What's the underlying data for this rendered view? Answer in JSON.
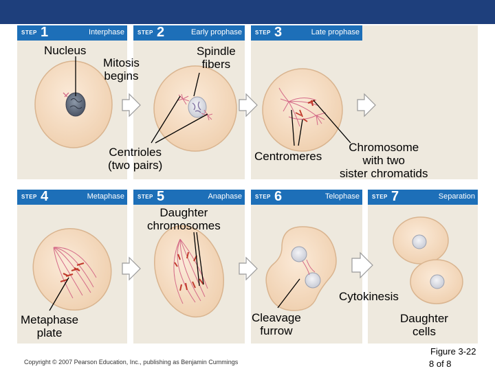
{
  "steps": [
    {
      "tag": "STEP",
      "num": "1",
      "phase": "Interphase"
    },
    {
      "tag": "STEP",
      "num": "2",
      "phase": "Early prophase"
    },
    {
      "tag": "STEP",
      "num": "3",
      "phase": "Late prophase"
    },
    {
      "tag": "STEP",
      "num": "4",
      "phase": "Metaphase"
    },
    {
      "tag": "STEP",
      "num": "5",
      "phase": "Anaphase"
    },
    {
      "tag": "STEP",
      "num": "6",
      "phase": "Telophase"
    },
    {
      "tag": "STEP",
      "num": "7",
      "phase": "Separation"
    }
  ],
  "labels": {
    "nucleus": "Nucleus",
    "mitosis_begins": "Mitosis\nbegins",
    "spindle_fibers": "Spindle\nfibers",
    "centrioles": "Centrioles\n(two pairs)",
    "centromeres": "Centromeres",
    "chromosome": "Chromosome\nwith two\nsister chromatids",
    "daughter_chromosomes": "Daughter\nchromosomes",
    "metaphase_plate": "Metaphase\nplate",
    "cleavage_furrow": "Cleavage\nfurrow",
    "cytokinesis": "Cytokinesis",
    "daughter_cells": "Daughter\ncells"
  },
  "figure": {
    "number": "Figure 3-22",
    "slide": "8 of 8"
  },
  "copyright": "Copyright © 2007 Pearson Education, Inc., publishing as Benjamin Cummings",
  "colors": {
    "header_bar": "#1e3f7c",
    "step_header": "#1d6fb8",
    "panel": "#eee9de",
    "cell": "#f6dcc2",
    "chromosome": "#c0392b",
    "spindle": "#d46a88"
  }
}
